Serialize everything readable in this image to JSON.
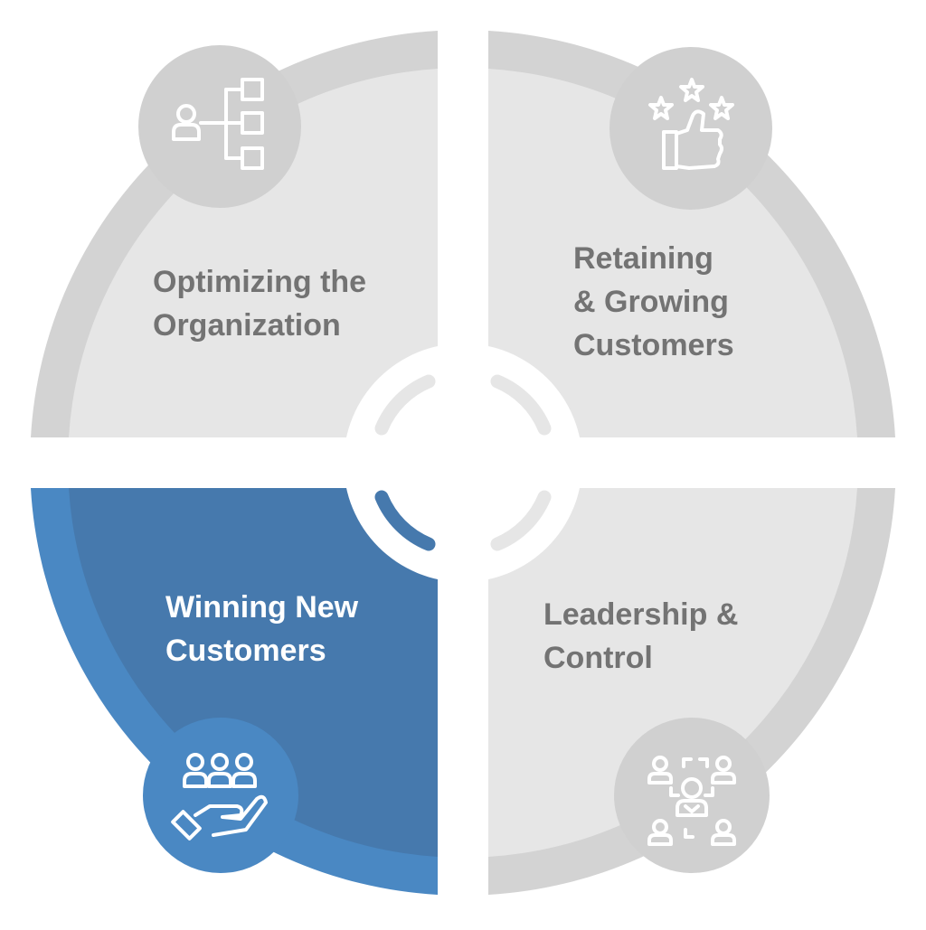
{
  "colors": {
    "background": "#ffffff",
    "ring_gray": "#d3d3d3",
    "fill_gray": "#e6e6e6",
    "icon_circle_gray": "#d0d0d0",
    "label_gray": "#737373",
    "active_ring": "#4a88c3",
    "active_fill": "#4679ad",
    "active_label": "#ffffff",
    "icon_stroke": "#ffffff"
  },
  "quadrants": {
    "top_left": {
      "label_lines": [
        "Optimizing the",
        "Organization"
      ],
      "icon": "org-chart-icon",
      "active": false
    },
    "top_right": {
      "label_lines": [
        "Retaining",
        "& Growing",
        "Customers"
      ],
      "icon": "thumbs-up-stars-icon",
      "active": false
    },
    "bottom_left": {
      "label_lines": [
        "Winning New",
        "Customers"
      ],
      "icon": "hand-holding-people-icon",
      "active": true
    },
    "bottom_right": {
      "label_lines": [
        "Leadership &",
        "Control"
      ],
      "icon": "leader-network-icon",
      "active": false
    }
  }
}
